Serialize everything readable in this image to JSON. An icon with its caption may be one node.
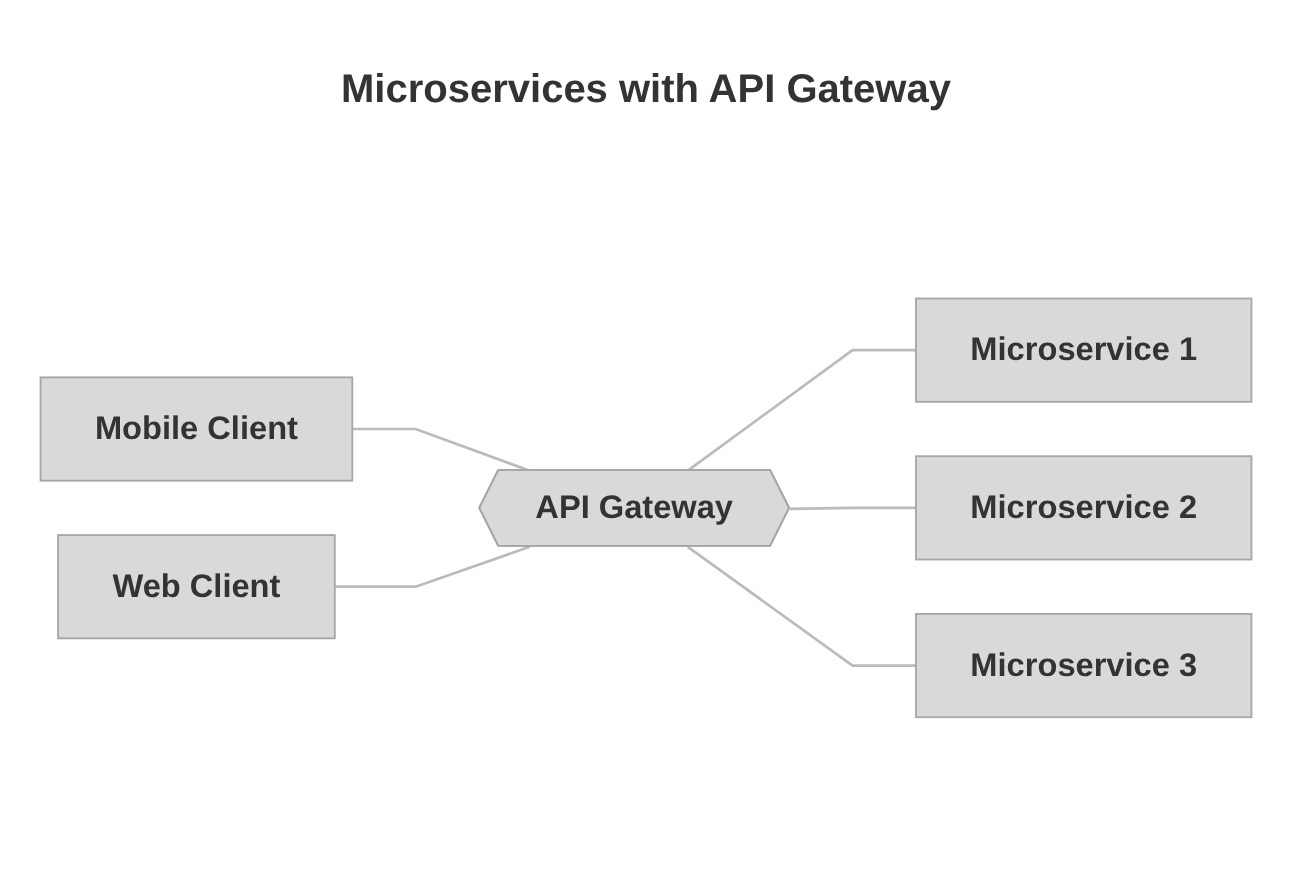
{
  "diagram": {
    "title": "Microservices with API Gateway",
    "nodes": [
      {
        "text": [
          "Mobile Client"
        ]
      },
      {
        "text": [
          "Web Client"
        ]
      },
      {
        "text": [
          "API Gateway"
        ]
      },
      {
        "text": [
          "Microservice 1"
        ]
      },
      {
        "text": [
          "Microservice 2"
        ]
      },
      {
        "text": [
          "Microservice 3"
        ]
      }
    ],
    "edges": [
      {
        "from": 0,
        "to": 2,
        "arrow": "none"
      },
      {
        "from": 1,
        "to": 2,
        "arrow": "none"
      },
      {
        "from": 2,
        "to": 3,
        "arrow": "none"
      },
      {
        "from": 2,
        "to": 4,
        "arrow": "none"
      },
      {
        "from": 2,
        "to": 5,
        "arrow": "none"
      }
    ]
  }
}
